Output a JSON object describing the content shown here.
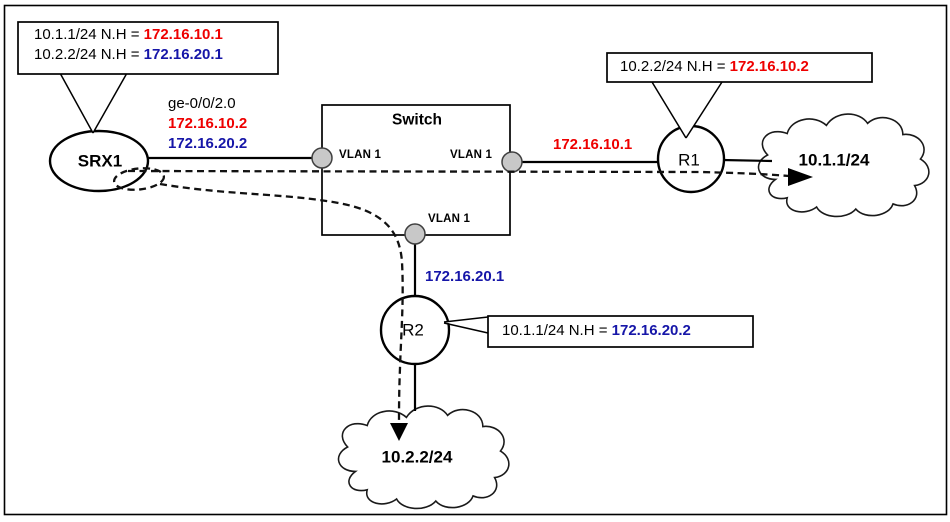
{
  "colors": {
    "red": "#ee0000",
    "blue": "#1616a8",
    "port_fill": "#c8c8c8"
  },
  "nodes": {
    "srx1": {
      "label": "SRX1"
    },
    "switch": {
      "label": "Switch"
    },
    "r1": {
      "label": "R1"
    },
    "r2": {
      "label": "R2"
    }
  },
  "switch_ports": {
    "left": {
      "label": "VLAN 1"
    },
    "right": {
      "label": "VLAN 1"
    },
    "bottom": {
      "label": "VLAN 1"
    }
  },
  "interfaces": {
    "srx1_interface": "ge-0/0/2.0",
    "srx1_ip_vlan10": "172.16.10.2",
    "srx1_ip_vlan20": "172.16.20.2",
    "r1_link_ip": "172.16.10.1",
    "r2_link_ip": "172.16.20.1"
  },
  "clouds": {
    "right": {
      "label": "10.1.1/24"
    },
    "bottom": {
      "label": "10.2.2/24"
    }
  },
  "callouts": {
    "srx1": {
      "lines": [
        {
          "prefix": "10.1.1/24 N.H = ",
          "value": "172.16.10.1",
          "color": "red"
        },
        {
          "prefix": "10.2.2/24 N.H = ",
          "value": "172.16.20.1",
          "color": "blue"
        }
      ]
    },
    "r1": {
      "lines": [
        {
          "prefix": "10.2.2/24  N.H = ",
          "value": "172.16.10.2",
          "color": "red"
        }
      ]
    },
    "r2": {
      "lines": [
        {
          "prefix": "10.1.1/24  N.H = ",
          "value": "172.16.20.2",
          "color": "blue"
        }
      ]
    }
  }
}
